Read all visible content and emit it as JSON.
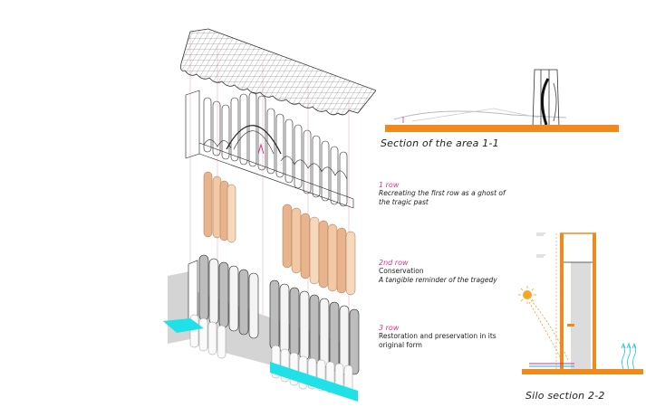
{
  "captions": {
    "section_area": "Section of the area 1-1",
    "silo_section": "Silo section 2-2"
  },
  "rows": [
    {
      "title": "1 row",
      "lines": [
        "Recreating the first row as a ghost of",
        "the tragic past"
      ],
      "italic": true
    },
    {
      "title": "2nd row",
      "lines": [
        "Conservation",
        "A tangible reminder of the tragedy"
      ],
      "italic": false
    },
    {
      "title": "3 row",
      "lines": [
        "Restoration and preservation in its",
        "original form"
      ],
      "italic": false
    }
  ],
  "colors": {
    "accent_pink": "#d6338a",
    "ground_orange": "#f08a1c",
    "ghost_peach": "#f2c9a4",
    "base_cyan": "#20e0e8",
    "shadow_grey": "#cfcfcf"
  },
  "icons": [
    "sun-icon",
    "heat-arrows-icon"
  ]
}
